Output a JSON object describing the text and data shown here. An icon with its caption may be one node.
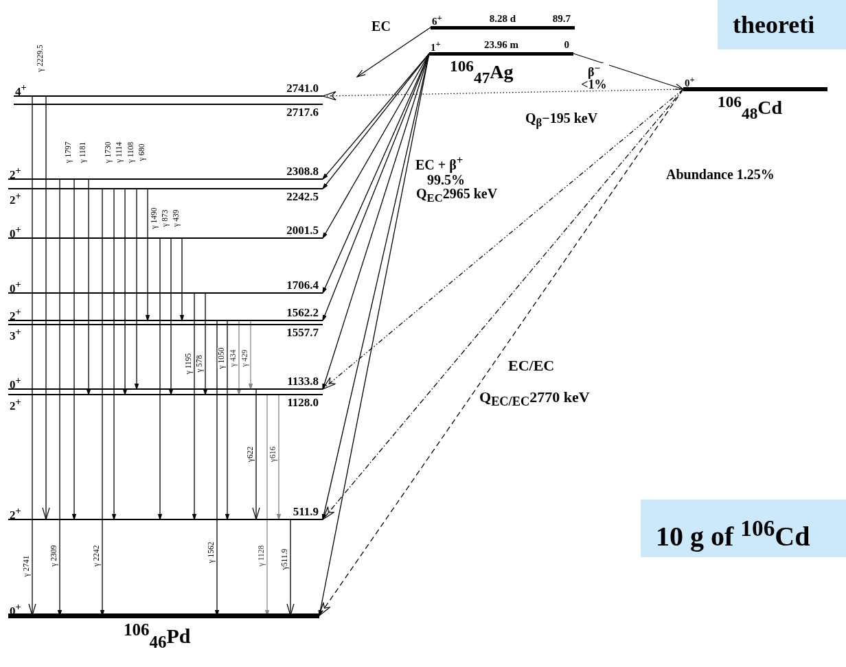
{
  "diagram": {
    "nodes": [
      {
        "text": [
          "6$^{+}$",
          "8.28 d",
          "89.7"
        ]
      },
      {
        "text": [
          "1$^{+}$",
          "23.96 m",
          "0"
        ],
        "beside": [
          "$^{106}$$_{47}$Ag"
        ]
      },
      {
        "text": [
          "0$^{+}$"
        ],
        "beside": [
          "$^{106}$$_{48}$Cd"
        ]
      },
      {
        "text": [
          "4$^{+}$",
          "2741.0"
        ]
      },
      {
        "text": [
          "2717.6"
        ]
      },
      {
        "text": [
          "2$^{+}$",
          "2308.8"
        ]
      },
      {
        "text": [
          "2$^{+}$",
          "2242.5"
        ]
      },
      {
        "text": [
          "0$^{+}$",
          "2001.5"
        ]
      },
      {
        "text": [
          "0$^{+}$",
          "1706.4"
        ]
      },
      {
        "text": [
          "2$^{+}$",
          "1562.2"
        ]
      },
      {
        "text": [
          "3$^{+}$",
          "1557.7"
        ]
      },
      {
        "text": [
          "0$^{+}$",
          "1133.8"
        ]
      },
      {
        "text": [
          "2$^{+}$",
          "1128.0"
        ]
      },
      {
        "text": [
          "2$^{+}$",
          "511.9"
        ]
      },
      {
        "text": [
          "0$^{+}$"
        ]
      },
      {
        "text": [
          "theoreti"
        ]
      },
      {
        "text": [
          "10 g of $^{106}$Cd"
        ]
      }
    ],
    "edges": [
      {
        "from": 0,
        "to": null,
        "arrow": "to",
        "label": "EC"
      },
      {
        "from": 1,
        "to": 2,
        "arrow": "to",
        "label": "β$^{−}$ <1%"
      },
      {
        "from": 1,
        "to": 5,
        "arrow": "to"
      },
      {
        "from": 1,
        "to": 6,
        "arrow": "to"
      },
      {
        "from": 1,
        "to": 7,
        "arrow": "to"
      },
      {
        "from": 1,
        "to": 8,
        "arrow": "to"
      },
      {
        "from": 1,
        "to": 9,
        "arrow": "to"
      },
      {
        "from": 1,
        "to": 11,
        "arrow": "to"
      },
      {
        "from": 1,
        "to": 13,
        "arrow": "to"
      },
      {
        "from": 1,
        "to": 14,
        "arrow": "to"
      },
      {
        "from": 2,
        "to": 3,
        "arrow": "to",
        "style": "dashed"
      },
      {
        "from": 2,
        "to": 11,
        "arrow": "to",
        "style": "dashed"
      },
      {
        "from": 2,
        "to": 13,
        "arrow": "to",
        "style": "dashed"
      },
      {
        "from": 2,
        "to": 14,
        "arrow": "to",
        "style": "dashed"
      },
      {
        "from": 3,
        "to": 14,
        "arrow": "to",
        "label": "γ 2741"
      },
      {
        "from": 3,
        "to": 13,
        "arrow": "to",
        "label": "γ 2229.5"
      },
      {
        "from": 5,
        "to": 14,
        "arrow": "to",
        "label": "γ 2309"
      },
      {
        "from": 5,
        "to": 13,
        "arrow": "to",
        "label": "γ 1797"
      },
      {
        "from": 5,
        "to": 12,
        "arrow": "to",
        "label": "γ 1181"
      },
      {
        "from": 6,
        "to": 14,
        "arrow": "to",
        "label": "γ 2242"
      },
      {
        "from": 6,
        "to": 13,
        "arrow": "to",
        "label": "γ 1730"
      },
      {
        "from": 6,
        "to": 12,
        "arrow": "to",
        "label": "γ 1114"
      },
      {
        "from": 6,
        "to": 11,
        "arrow": "to",
        "label": "γ 1108"
      },
      {
        "from": 6,
        "to": 9,
        "arrow": "to",
        "label": "γ 680"
      },
      {
        "from": 7,
        "to": 13,
        "arrow": "to",
        "label": "γ 1490"
      },
      {
        "from": 7,
        "to": 12,
        "arrow": "to",
        "label": "γ 873"
      },
      {
        "from": 7,
        "to": 9,
        "arrow": "to",
        "label": "γ 439"
      },
      {
        "from": 8,
        "to": 13,
        "arrow": "to",
        "label": "γ 1195"
      },
      {
        "from": 8,
        "to": 12,
        "arrow": "to",
        "label": "γ 578"
      },
      {
        "from": 9,
        "to": 14,
        "arrow": "to",
        "label": "γ 1562"
      },
      {
        "from": 9,
        "to": 13,
        "arrow": "to",
        "label": "γ 1050"
      },
      {
        "from": 9,
        "to": 12,
        "arrow": "to",
        "label": "γ 434",
        "color": "#888888"
      },
      {
        "from": 9,
        "to": 11,
        "arrow": "to",
        "label": "γ 429",
        "color": "#888888"
      },
      {
        "from": 11,
        "to": 13,
        "arrow": "to",
        "label": "γ622"
      },
      {
        "from": 12,
        "to": 14,
        "arrow": "to",
        "label": "γ 1128",
        "color": "#888888"
      },
      {
        "from": 12,
        "to": 13,
        "arrow": "to",
        "label": "γ616",
        "color": "#888888"
      },
      {
        "from": 13,
        "to": 14,
        "arrow": "to",
        "label": "γ511.9"
      }
    ],
    "labels": [
      "EC + β$^{+}$",
      "99.5%",
      "Q$_{EC}$2965 keV",
      "Q$_{β}$−195 keV",
      "Abundance 1.25%",
      "EC/EC",
      "Q$_{EC/EC}$2770 keV",
      "$^{106}$$_{46}$Pd"
    ]
  }
}
